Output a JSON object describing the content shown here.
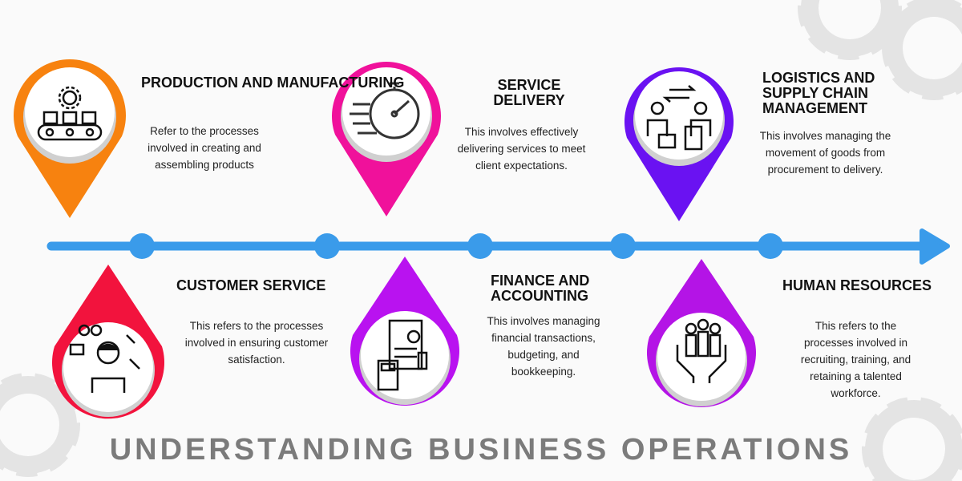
{
  "title": "UNDERSTANDING BUSINESS OPERATIONS",
  "colors": {
    "timeline": "#3a9bea",
    "production": "#f7820f",
    "service_delivery": "#f0119b",
    "logistics": "#6a12f2",
    "customer_service": "#f2133d",
    "finance": "#b912f0",
    "hr": "#b414e6"
  },
  "items": [
    {
      "heading": "PRODUCTION AND MANUFACTURING",
      "text": "Refer to the processes involved in creating and assembling products",
      "icon": "conveyor-gear-icon"
    },
    {
      "heading": "SERVICE DELIVERY",
      "text": "This involves effectively delivering services to meet client expectations.",
      "icon": "stopwatch-icon"
    },
    {
      "heading": "LOGISTICS AND SUPPLY CHAIN MANAGEMENT",
      "text": "This involves managing the movement of goods from procurement to delivery.",
      "icon": "exchange-people-icon"
    },
    {
      "heading": "CUSTOMER SERVICE",
      "text": "This refers to the processes involved in ensuring customer satisfaction.",
      "icon": "support-agent-icon"
    },
    {
      "heading": "FINANCE AND ACCOUNTING",
      "text": "This involves managing financial transactions, budgeting, and bookkeeping.",
      "icon": "calculator-document-icon"
    },
    {
      "heading": "HUMAN RESOURCES",
      "text": "This refers to the processes involved in recruiting, training, and retaining a talented workforce.",
      "icon": "hands-people-icon"
    }
  ]
}
